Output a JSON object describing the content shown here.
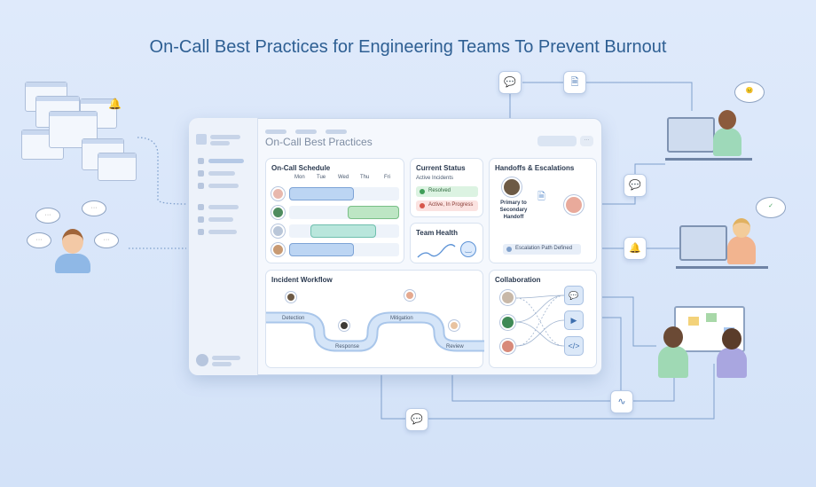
{
  "title": "On-Call Best Practices for Engineering Teams To Prevent Burnout",
  "colors": {
    "accent": "#2e5f93",
    "blue_bar": "#bcd5f3",
    "green_bar": "#bde6c4",
    "teal_bar": "#b9e6dc",
    "resolved": "#dcf3e2",
    "active": "#fbe3e1"
  },
  "dashboard": {
    "heading": "On-Call Best Practices",
    "more_label": "···",
    "schedule": {
      "title": "On-Call Schedule",
      "days": [
        "Mon",
        "Tue",
        "Wed",
        "Thu",
        "Fri"
      ],
      "shifts": [
        {
          "start_day": "Mon",
          "end_day": "Wed",
          "color": "blue"
        },
        {
          "start_day": "Thu",
          "end_day": "Fri",
          "color": "green"
        },
        {
          "start_day": "Tue",
          "end_day": "Thu",
          "color": "teal"
        },
        {
          "start_day": "Mon",
          "end_day": "Wed",
          "color": "blue"
        }
      ]
    },
    "status": {
      "title": "Current Status",
      "subtitle": "Active Incidents",
      "resolved": "Resolved",
      "active": "Active, In Progress"
    },
    "health": {
      "title": "Team Health",
      "mood_icon": "smiley-icon"
    },
    "handoffs": {
      "title": "Handoffs & Escalations",
      "handoff_label": "Primary to Secondary Handoff",
      "escalation": "Escalation Path Defined"
    },
    "workflow": {
      "title": "Incident Workflow",
      "stages": [
        "Detection",
        "Response",
        "Mitigation",
        "Review"
      ]
    },
    "collaboration": {
      "title": "Collaboration",
      "tools": [
        "chat-icon",
        "video-icon",
        "code-icon"
      ]
    }
  },
  "floating_icons": [
    "chat-icon",
    "document-icon",
    "chat-icon",
    "bell-icon",
    "wave-icon",
    "chat-icon"
  ]
}
